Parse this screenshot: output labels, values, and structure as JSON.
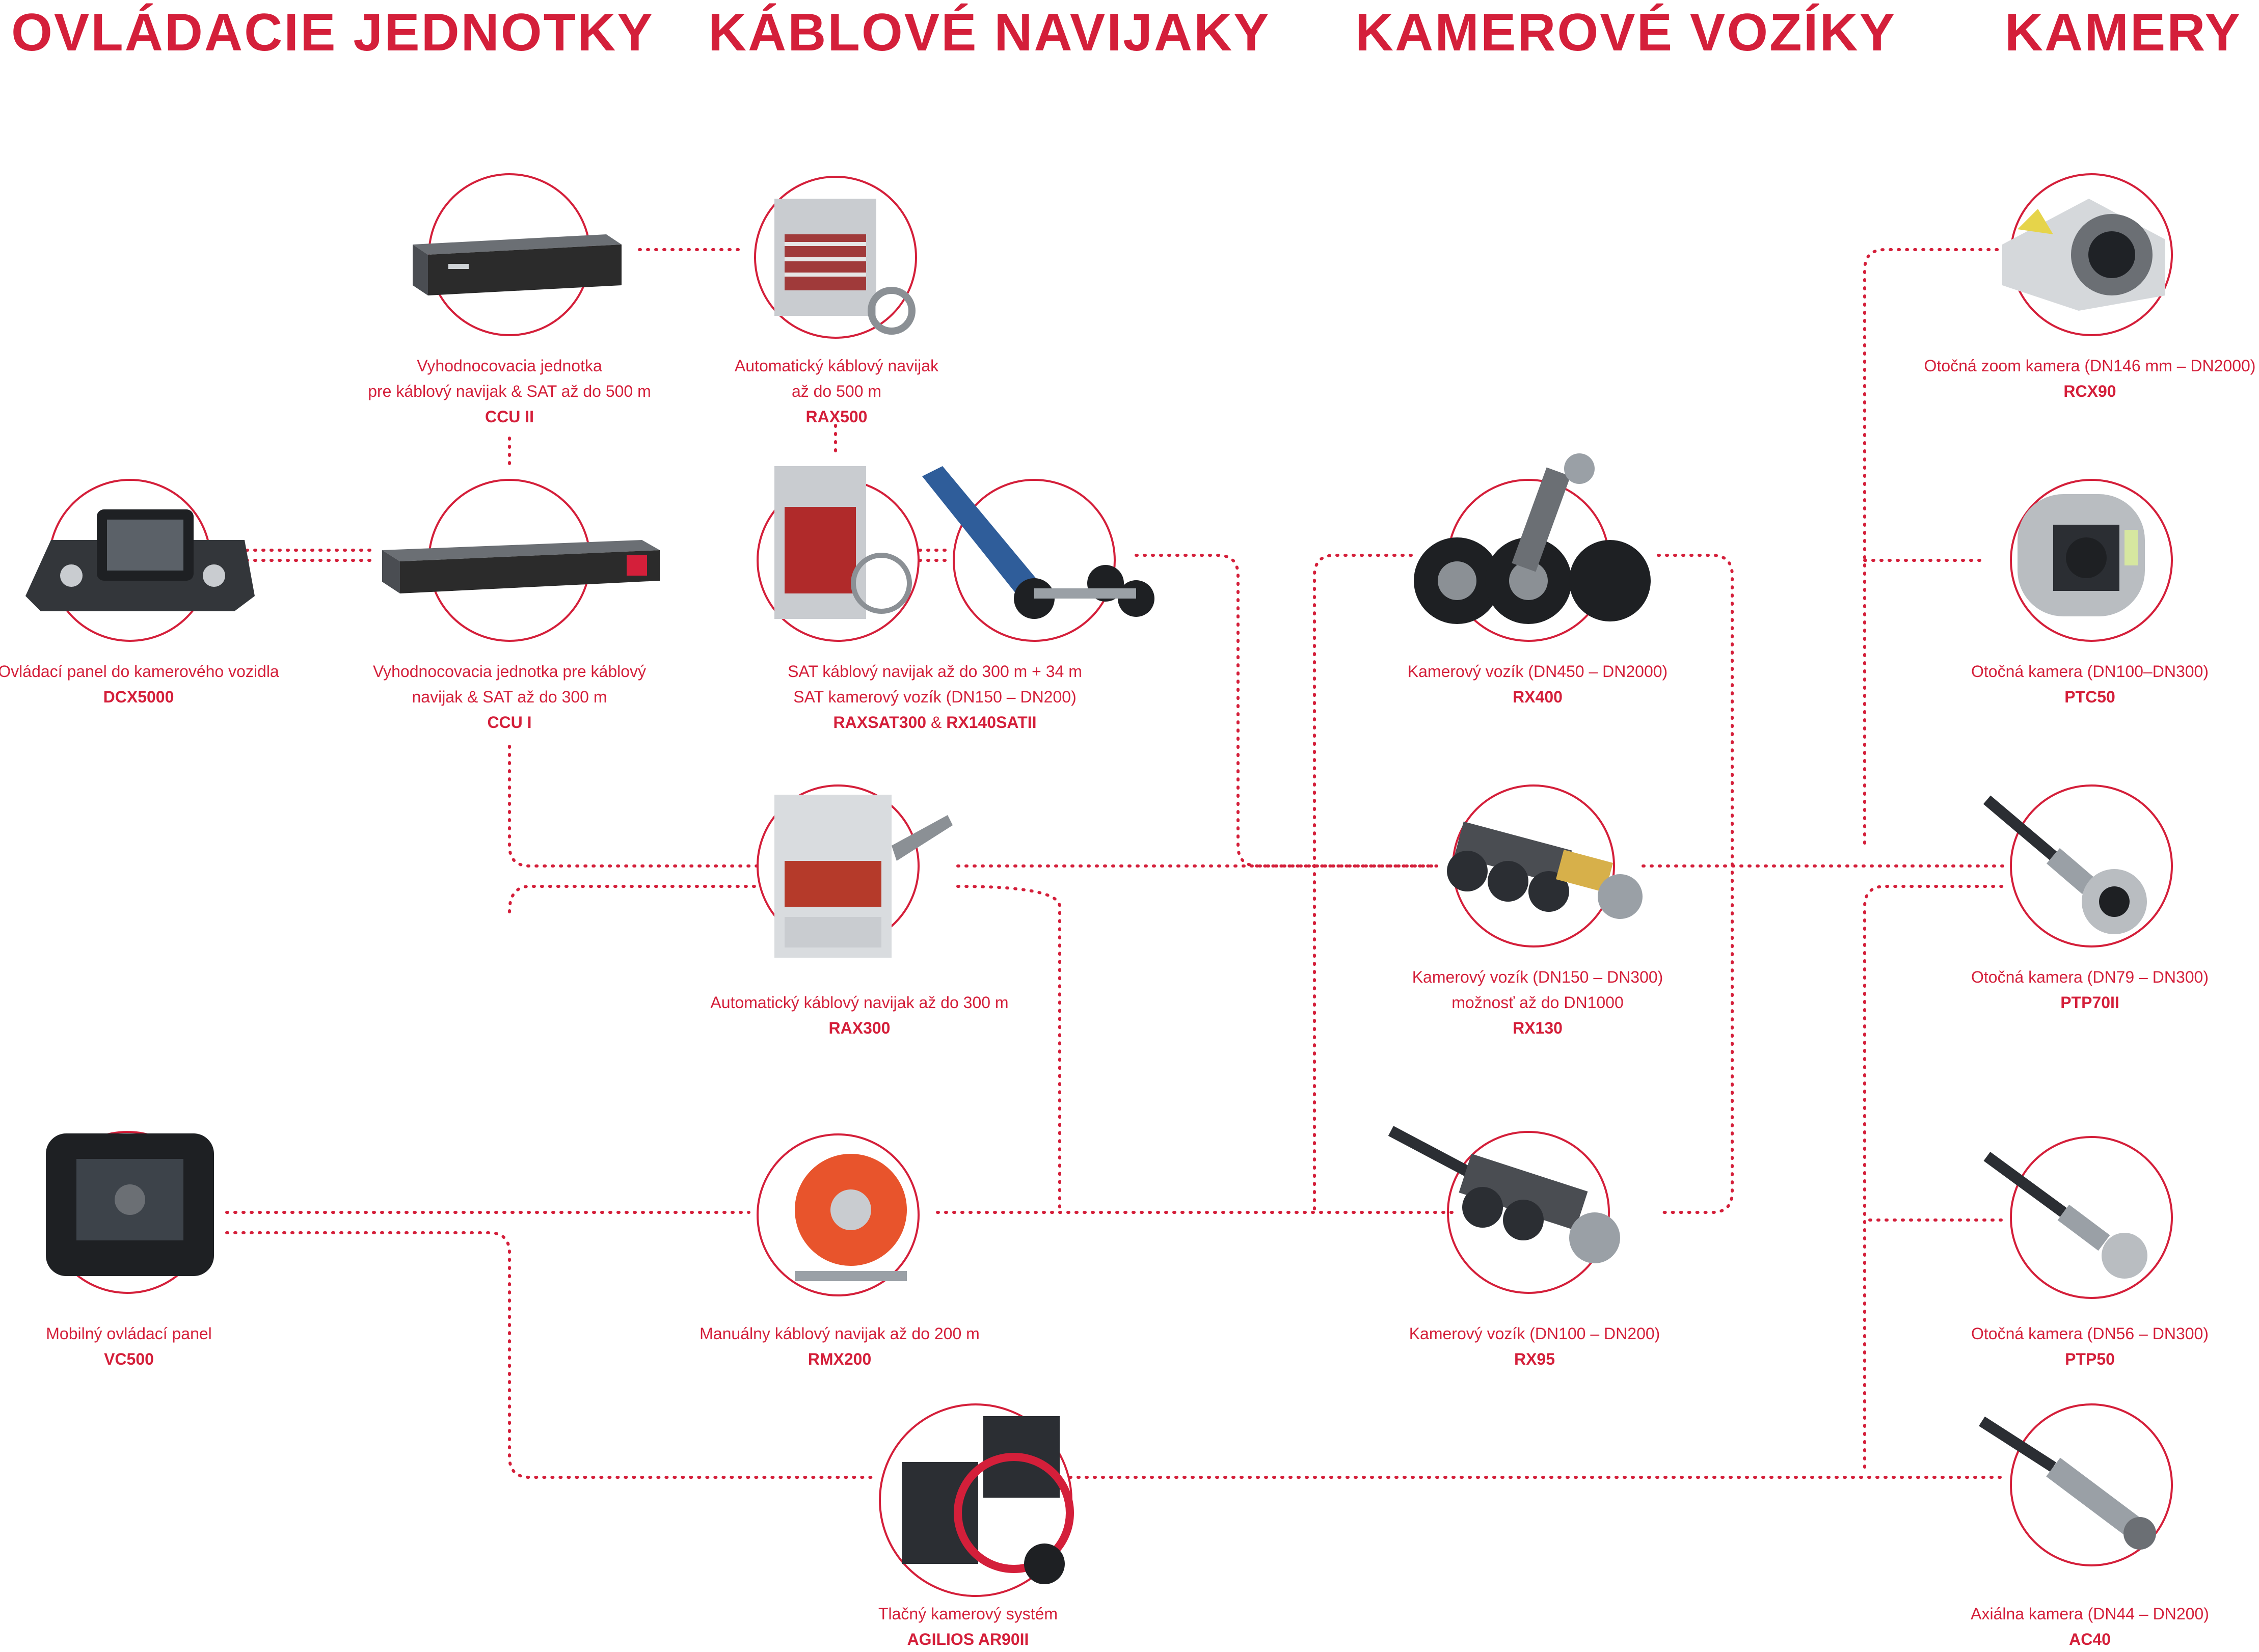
{
  "columns": [
    {
      "title": "OVLÁDACIE JEDNOTKY"
    },
    {
      "title": "KÁBLOVÉ NAVIJAKY"
    },
    {
      "title": "KAMEROVÉ VOZÍKY"
    },
    {
      "title": "KAMERY"
    }
  ],
  "products": {
    "ccu2": {
      "desc": [
        "Vyhodnocovacia jednotka",
        "pre káblový navijak & SAT až do 500 m"
      ],
      "model": "CCU II"
    },
    "rax500": {
      "desc": [
        "Automatický káblový navijak",
        "až do 500 m"
      ],
      "model": "RAX500"
    },
    "rcx90": {
      "desc": [
        "Otočná zoom kamera (DN146 mm – DN2000)"
      ],
      "model": "RCX90"
    },
    "dcx5000": {
      "desc": [
        "Ovládací panel do kamerového vozidla"
      ],
      "model": "DCX5000"
    },
    "ccu1": {
      "desc": [
        "Vyhodnocovacia jednotka pre káblový",
        "navijak & SAT až do 300 m"
      ],
      "model": "CCU I"
    },
    "raxsat": {
      "desc": [
        "SAT káblový navijak až do 300 m + 34 m",
        "SAT kamerový vozík (DN150 – DN200)"
      ],
      "model": "RAXSAT300",
      "model_sep": " & ",
      "model2": "RX140SATII"
    },
    "rx400": {
      "desc": [
        "Kamerový vozík (DN450 – DN2000)"
      ],
      "model": "RX400"
    },
    "ptc50": {
      "desc": [
        "Otočná kamera (DN100–DN300)"
      ],
      "model": "PTC50"
    },
    "rax300": {
      "desc": [
        "Automatický káblový navijak až do 300 m"
      ],
      "model": "RAX300"
    },
    "rx130": {
      "desc": [
        "Kamerový vozík (DN150 – DN300)",
        "možnosť až do DN1000"
      ],
      "model": "RX130"
    },
    "ptp70": {
      "desc": [
        "Otočná kamera (DN79 – DN300)"
      ],
      "model": "PTP70II"
    },
    "vc500": {
      "desc": [
        "Mobilný ovládací panel"
      ],
      "model": "VC500"
    },
    "rmx200": {
      "desc": [
        "Manuálny káblový navijak až do 200 m"
      ],
      "model": "RMX200"
    },
    "rx95": {
      "desc": [
        "Kamerový vozík (DN100 – DN200)"
      ],
      "model": "RX95"
    },
    "ptp50": {
      "desc": [
        "Otočná kamera (DN56 – DN300)"
      ],
      "model": "PTP50"
    },
    "ar90": {
      "desc": [
        "Tlačný kamerový systém"
      ],
      "model": "AGILIOS AR90II"
    },
    "ac40": {
      "desc": [
        "Axiálna kamera (DN44 – DN200)"
      ],
      "model": "AC40"
    }
  },
  "colors": {
    "accent": "#d41f3a",
    "dots": "#d41f3a",
    "metal": "#9aa0a6",
    "dark": "#2b2b2b",
    "orange": "#e8542c"
  }
}
